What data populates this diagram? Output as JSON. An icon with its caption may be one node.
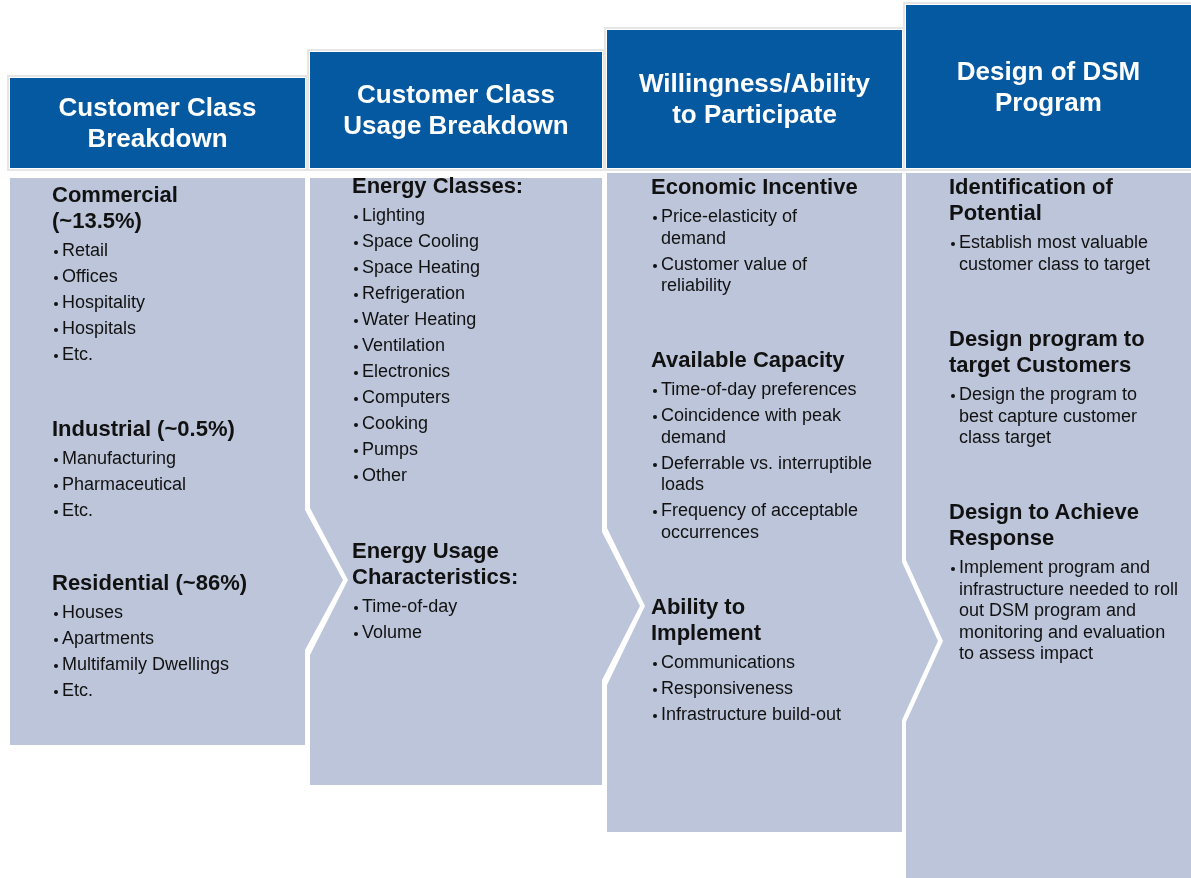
{
  "diagram": {
    "nodes": [
      {
        "text": [
          "Customer Class Breakdown"
        ]
      },
      {
        "text": [],
        "shape": "chevron"
      },
      {
        "text": [
          "Commercial (~13.5%)",
          "Retail",
          "Offices",
          "Hospitality",
          "Hospitals",
          "Etc."
        ],
        "in": 1
      },
      {
        "text": [
          "Industrial (~0.5%)",
          "Manufacturing",
          "Pharmaceutical",
          "Etc."
        ],
        "in": 1
      },
      {
        "text": [
          "Residential (~86%)",
          "Houses",
          "Apartments",
          "Multifamily Dwellings",
          "Etc."
        ],
        "in": 1
      },
      {
        "text": [
          "Customer Class Usage Breakdown"
        ]
      },
      {
        "text": [],
        "shape": "chevron"
      },
      {
        "text": [
          "Energy Classes:",
          "Lighting",
          "Space Cooling",
          "Space Heating",
          "Refrigeration",
          "Water Heating",
          "Ventilation",
          "Electronics",
          "Computers",
          "Cooking",
          "Pumps",
          "Other"
        ],
        "in": 6
      },
      {
        "text": [
          "Energy Usage Characteristics:",
          "Time-of-day",
          "Volume"
        ],
        "in": 6
      },
      {
        "text": [
          "Willingness/Ability to Participate"
        ]
      },
      {
        "text": [],
        "shape": "chevron"
      },
      {
        "text": [
          "Economic Incentive",
          "Price-elasticity of demand",
          "Customer value of reliability"
        ],
        "in": 10
      },
      {
        "text": [
          "Available Capacity",
          "Time-of-day preferences",
          "Coincidence with peak demand",
          "Deferrable vs. interruptible loads",
          "Frequency of acceptable occurrences"
        ],
        "in": 10
      },
      {
        "text": [
          "Ability to Implement",
          "Communications",
          "Responsiveness",
          "Infrastructure build-out"
        ],
        "in": 10
      },
      {
        "text": [
          "Design of DSM Program"
        ]
      },
      {
        "text": [],
        "shape": "chevron"
      },
      {
        "text": [
          "Identification of Potential",
          "Establish most valuable customer class to target"
        ],
        "in": 15
      },
      {
        "text": [
          "Design program to target Customers",
          "Design the program to best capture customer class target"
        ],
        "in": 15
      },
      {
        "text": [
          "Design to Achieve Response",
          "Implement program and infrastructure needed to roll out DSM program and monitoring and evaluation to assess impact"
        ],
        "in": 15
      }
    ],
    "edges": []
  }
}
